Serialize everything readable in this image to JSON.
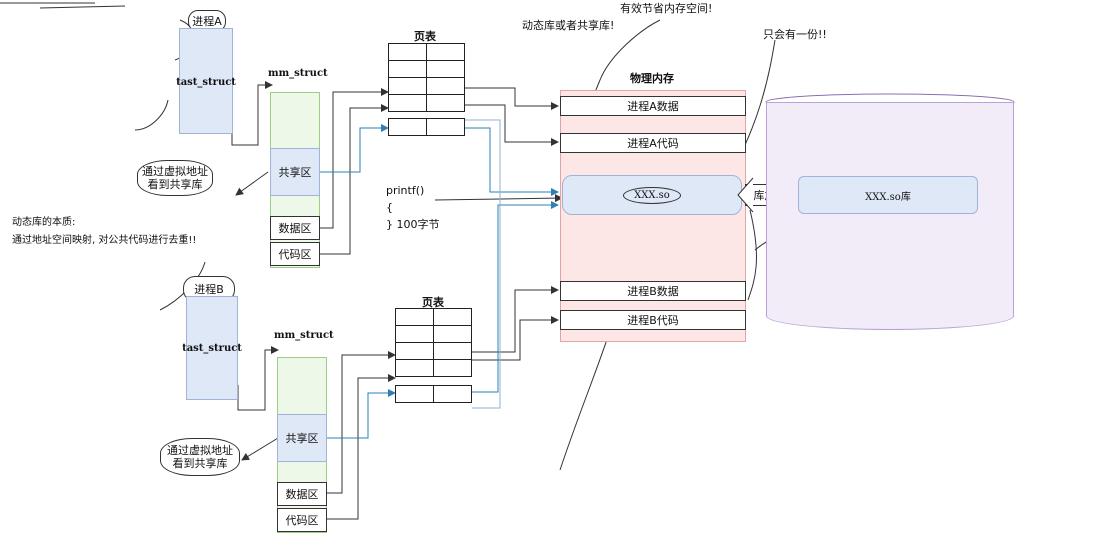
{
  "process_a": {
    "label": "进程A",
    "task": "tast_struct",
    "mm": "mm_struct",
    "shared": "共享区",
    "data": "数据区",
    "code": "代码区",
    "note1": "通过虚拟地址",
    "note2": "看到共享库"
  },
  "process_b": {
    "label": "进程B",
    "task": "tast_struct",
    "mm": "mm_struct",
    "shared": "共享区",
    "data": "数据区",
    "code": "代码区",
    "note1": "通过虚拟地址",
    "note2": "看到共享库"
  },
  "page_table_label": "页表",
  "page_table_b_label": "页表",
  "printf": {
    "line1": "printf()",
    "line2": "{",
    "line3": "}  100字节"
  },
  "essence": {
    "line1": "动态库的本质:",
    "line2": "通过地址空间映射, 对公共代码进行去重!!"
  },
  "physical_memory": {
    "title": "物理内存",
    "a_data": "进程A数据",
    "a_code": "进程A代码",
    "so": "XXX.so",
    "b_data": "进程B数据",
    "b_code": "进程B代码"
  },
  "disk": {
    "title": "磁盘",
    "lib": "XXX.so库"
  },
  "load_label": "库加载",
  "annotations": {
    "dyn_or_shared": "动态库或者共享库!",
    "save_memory": "有效节省内存空间!",
    "only_one": "只会有一份!!"
  },
  "colors": {
    "blue": "#dfe8f7",
    "green": "#eef8e8",
    "pink": "#fde6e6",
    "purple": "#f2ebf8",
    "line_blue": "#2d7fb5"
  }
}
